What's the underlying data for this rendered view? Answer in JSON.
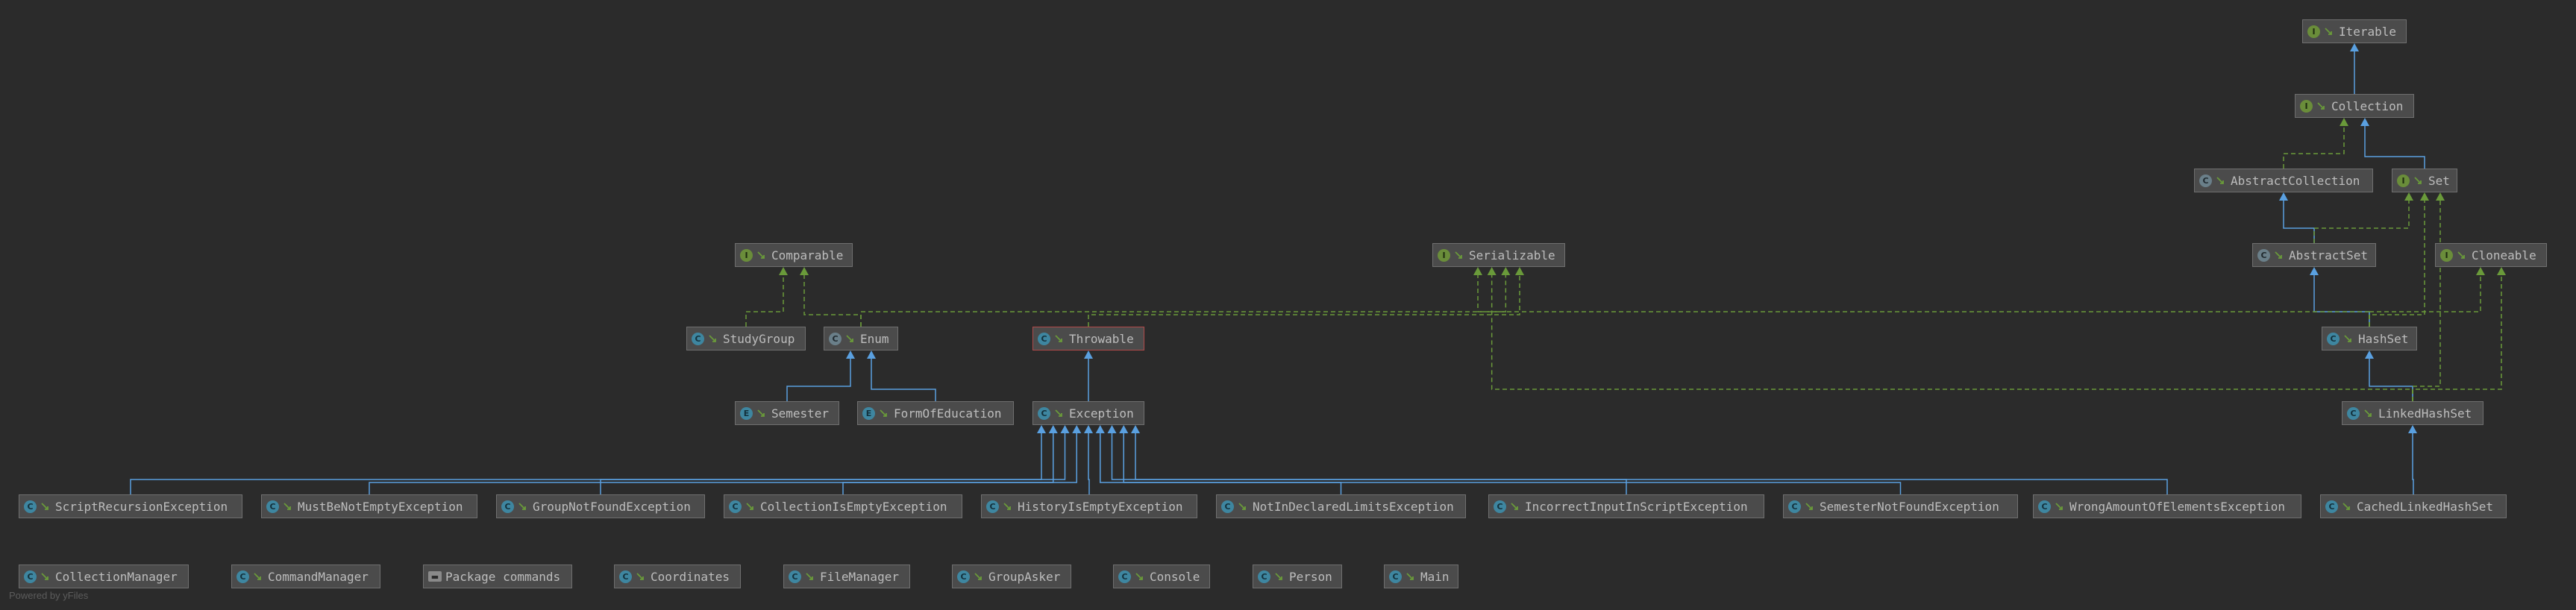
{
  "colors": {
    "background": "#2b2b2b",
    "node_fill": "#4b4b4b",
    "node_border": "#6f6f6f",
    "extends_edge": "#5aa0e0",
    "implements_edge": "#6a9a3a",
    "label": "#bdbdbd"
  },
  "nodes": [
    {
      "id": "iterable",
      "label": "Iterable",
      "kind": "interface",
      "icon": "interface-icon"
    },
    {
      "id": "collection",
      "label": "Collection",
      "kind": "interface",
      "icon": "interface-icon"
    },
    {
      "id": "abstractcollection",
      "label": "AbstractCollection",
      "kind": "abstract",
      "icon": "abstract-class-icon"
    },
    {
      "id": "set",
      "label": "Set",
      "kind": "interface",
      "icon": "interface-icon"
    },
    {
      "id": "abstractset",
      "label": "AbstractSet",
      "kind": "abstract",
      "icon": "abstract-class-icon"
    },
    {
      "id": "cloneable",
      "label": "Cloneable",
      "kind": "interface",
      "icon": "interface-icon"
    },
    {
      "id": "comparable",
      "label": "Comparable",
      "kind": "interface",
      "icon": "interface-icon"
    },
    {
      "id": "serializable",
      "label": "Serializable",
      "kind": "interface",
      "icon": "interface-icon"
    },
    {
      "id": "studygroup",
      "label": "StudyGroup",
      "kind": "class",
      "icon": "class-icon"
    },
    {
      "id": "enum",
      "label": "Enum",
      "kind": "abstract",
      "icon": "abstract-class-icon"
    },
    {
      "id": "throwable",
      "label": "Throwable",
      "kind": "exception",
      "icon": "exception-class-icon"
    },
    {
      "id": "hashset",
      "label": "HashSet",
      "kind": "class",
      "icon": "class-icon"
    },
    {
      "id": "semester",
      "label": "Semester",
      "kind": "enum",
      "icon": "enum-icon"
    },
    {
      "id": "formofeducation",
      "label": "FormOfEducation",
      "kind": "enum",
      "icon": "enum-icon"
    },
    {
      "id": "exception",
      "label": "Exception",
      "kind": "exception",
      "icon": "exception-class-icon"
    },
    {
      "id": "linkedhashset",
      "label": "LinkedHashSet",
      "kind": "class",
      "icon": "class-icon"
    },
    {
      "id": "scriptrecursionexception",
      "label": "ScriptRecursionException",
      "kind": "exception",
      "icon": "exception-class-icon"
    },
    {
      "id": "mustbenotemptyexception",
      "label": "MustBeNotEmptyException",
      "kind": "exception",
      "icon": "exception-class-icon"
    },
    {
      "id": "groupnotfoundexception",
      "label": "GroupNotFoundException",
      "kind": "exception",
      "icon": "exception-class-icon"
    },
    {
      "id": "collectionisemptyexception",
      "label": "CollectionIsEmptyException",
      "kind": "exception",
      "icon": "exception-class-icon"
    },
    {
      "id": "historyisemptyexception",
      "label": "HistoryIsEmptyException",
      "kind": "exception",
      "icon": "exception-class-icon"
    },
    {
      "id": "notindeclaredlimitsexception",
      "label": "NotInDeclaredLimitsException",
      "kind": "exception",
      "icon": "exception-class-icon"
    },
    {
      "id": "incorrectinputinscriptexception",
      "label": "IncorrectInputInScriptException",
      "kind": "exception",
      "icon": "exception-class-icon"
    },
    {
      "id": "semesternotfoundexception",
      "label": "SemesterNotFoundException",
      "kind": "exception",
      "icon": "exception-class-icon"
    },
    {
      "id": "wrongamountofelementsexception",
      "label": "WrongAmountOfElementsException",
      "kind": "exception",
      "icon": "exception-class-icon"
    },
    {
      "id": "cachedlinkedhashset",
      "label": "CachedLinkedHashSet",
      "kind": "class",
      "icon": "class-icon"
    },
    {
      "id": "collectionmanager",
      "label": "CollectionManager",
      "kind": "class",
      "icon": "class-icon"
    },
    {
      "id": "commandmanager",
      "label": "CommandManager",
      "kind": "class",
      "icon": "class-icon"
    },
    {
      "id": "packagecommands",
      "label": "Package commands",
      "kind": "package",
      "icon": "package-icon"
    },
    {
      "id": "coordinates",
      "label": "Coordinates",
      "kind": "class",
      "icon": "class-icon"
    },
    {
      "id": "filemanager",
      "label": "FileManager",
      "kind": "class",
      "icon": "class-icon"
    },
    {
      "id": "groupasker",
      "label": "GroupAsker",
      "kind": "class",
      "icon": "class-icon"
    },
    {
      "id": "console",
      "label": "Console",
      "kind": "class",
      "icon": "class-icon"
    },
    {
      "id": "person",
      "label": "Person",
      "kind": "class",
      "icon": "class-icon"
    },
    {
      "id": "main",
      "label": "Main",
      "kind": "class",
      "icon": "class-icon"
    }
  ],
  "edges": [
    {
      "from": "collection",
      "to": "iterable",
      "type": "extends"
    },
    {
      "from": "abstractcollection",
      "to": "collection",
      "type": "implements"
    },
    {
      "from": "set",
      "to": "collection",
      "type": "extends"
    },
    {
      "from": "abstractset",
      "to": "abstractcollection",
      "type": "extends"
    },
    {
      "from": "abstractset",
      "to": "set",
      "type": "implements"
    },
    {
      "from": "hashset",
      "to": "abstractset",
      "type": "extends"
    },
    {
      "from": "hashset",
      "to": "set",
      "type": "implements"
    },
    {
      "from": "hashset",
      "to": "cloneable",
      "type": "implements"
    },
    {
      "from": "hashset",
      "to": "serializable",
      "type": "implements"
    },
    {
      "from": "linkedhashset",
      "to": "hashset",
      "type": "extends"
    },
    {
      "from": "linkedhashset",
      "to": "set",
      "type": "implements"
    },
    {
      "from": "linkedhashset",
      "to": "cloneable",
      "type": "implements"
    },
    {
      "from": "linkedhashset",
      "to": "serializable",
      "type": "implements"
    },
    {
      "from": "cachedlinkedhashset",
      "to": "linkedhashset",
      "type": "extends"
    },
    {
      "from": "studygroup",
      "to": "comparable",
      "type": "implements"
    },
    {
      "from": "enum",
      "to": "comparable",
      "type": "implements"
    },
    {
      "from": "enum",
      "to": "serializable",
      "type": "implements"
    },
    {
      "from": "throwable",
      "to": "serializable",
      "type": "implements"
    },
    {
      "from": "semester",
      "to": "enum",
      "type": "extends"
    },
    {
      "from": "formofeducation",
      "to": "enum",
      "type": "extends"
    },
    {
      "from": "exception",
      "to": "throwable",
      "type": "extends"
    },
    {
      "from": "scriptrecursionexception",
      "to": "exception",
      "type": "extends"
    },
    {
      "from": "mustbenotemptyexception",
      "to": "exception",
      "type": "extends"
    },
    {
      "from": "groupnotfoundexception",
      "to": "exception",
      "type": "extends"
    },
    {
      "from": "collectionisemptyexception",
      "to": "exception",
      "type": "extends"
    },
    {
      "from": "historyisemptyexception",
      "to": "exception",
      "type": "extends"
    },
    {
      "from": "notindeclaredlimitsexception",
      "to": "exception",
      "type": "extends"
    },
    {
      "from": "incorrectinputinscriptexception",
      "to": "exception",
      "type": "extends"
    },
    {
      "from": "semesternotfoundexception",
      "to": "exception",
      "type": "extends"
    },
    {
      "from": "wrongamountofelementsexception",
      "to": "exception",
      "type": "extends"
    }
  ],
  "footer": "Powered by yFiles"
}
